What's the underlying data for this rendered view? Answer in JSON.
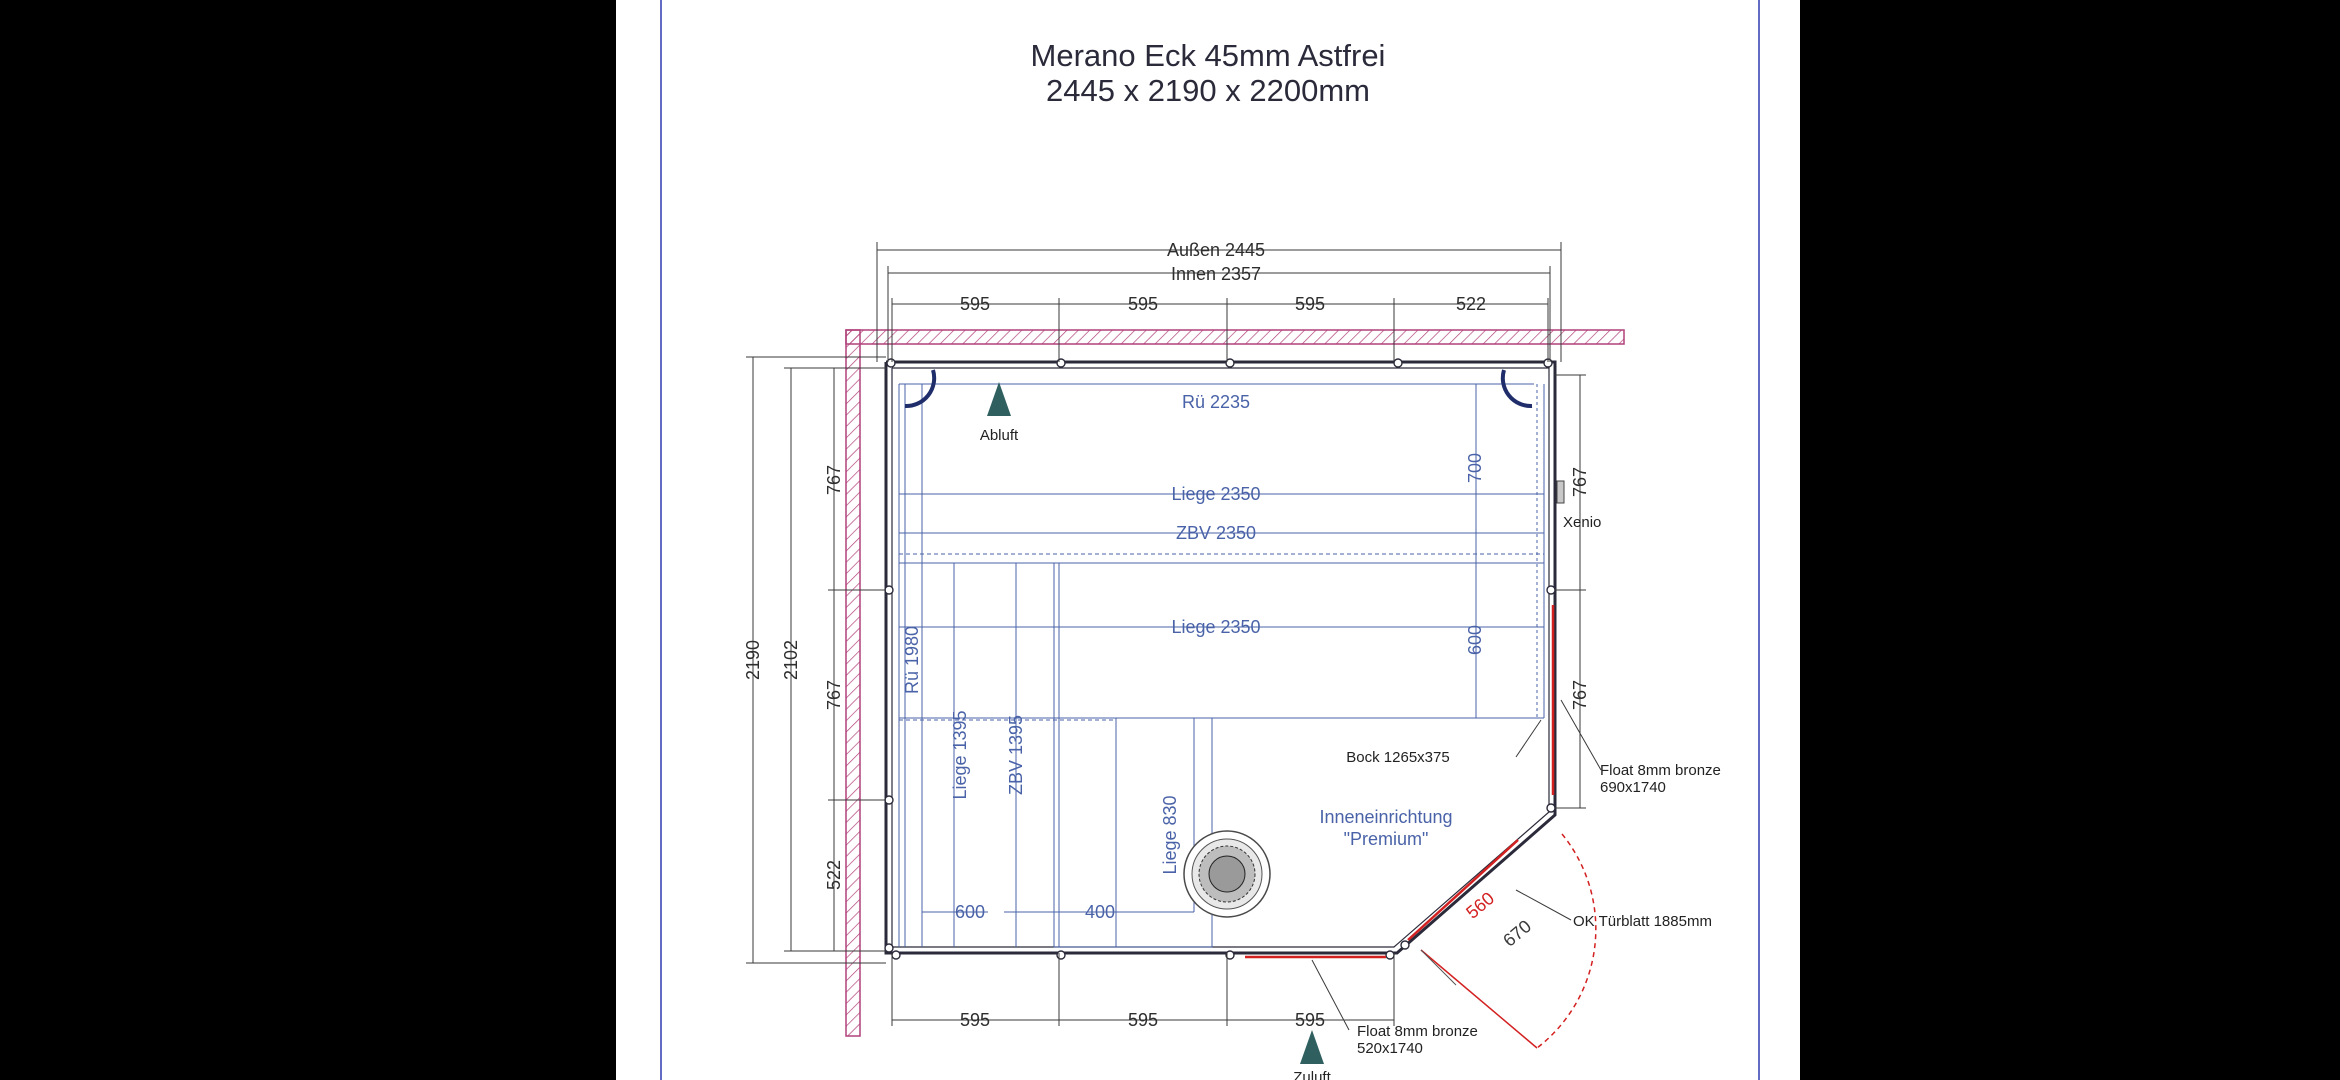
{
  "title": "Merano Eck 45mm Astfrei",
  "subtitle": "2445 x 2190 x 2200mm",
  "colors": {
    "background": "#000000",
    "sheet": "#ffffff",
    "border": "#2f3bb0",
    "dimension": "#3a3a3a",
    "dimension_magenta": "#8a2a6a",
    "interior_blue": "#4a63a8",
    "wall_hatch": "#b0407a",
    "glass_red": "#d32020",
    "door_arc": "#d32020"
  },
  "dimensions": {
    "outer_width": "Außen 2445",
    "inner_width": "Innen 2357",
    "top_segments": [
      "595",
      "595",
      "595",
      "522"
    ],
    "bottom_segments": [
      "595",
      "595",
      "595"
    ],
    "left_outer_height": "2190",
    "left_inner_height": "2102",
    "left_segments": [
      "767",
      "767",
      "522"
    ],
    "right_segments": [
      "767",
      "767"
    ],
    "backrest_top": "Rü 2235",
    "backrest_left": "Rü 1980",
    "bench_top_depth": "700",
    "bench_mid_depth": "600",
    "bench_bottom_left": "600",
    "bench_bottom_mid": "400",
    "door_leaf": "560",
    "door_opening": "670"
  },
  "labels": {
    "exhaust": "Abluft",
    "supply": "Zuluft",
    "control": "Xenio",
    "bench_upper": "Liege 2350",
    "zbv_upper": "ZBV 2350",
    "bench_middle": "Liege 2350",
    "bench_left_vertical": "Liege 1395",
    "zbv_left_vertical": "ZBV 1395",
    "bench_small": "Liege 830",
    "trestle": "Bock 1265x375",
    "interior_line1": "Inneneinrichtung",
    "interior_line2": "\"Premium\"",
    "glass_right_line1": "Float 8mm bronze",
    "glass_right_line2": "690x1740",
    "glass_bottom_line1": "Float 8mm bronze",
    "glass_bottom_line2": "520x1740",
    "door_label": "OK Türblatt 1885mm"
  }
}
